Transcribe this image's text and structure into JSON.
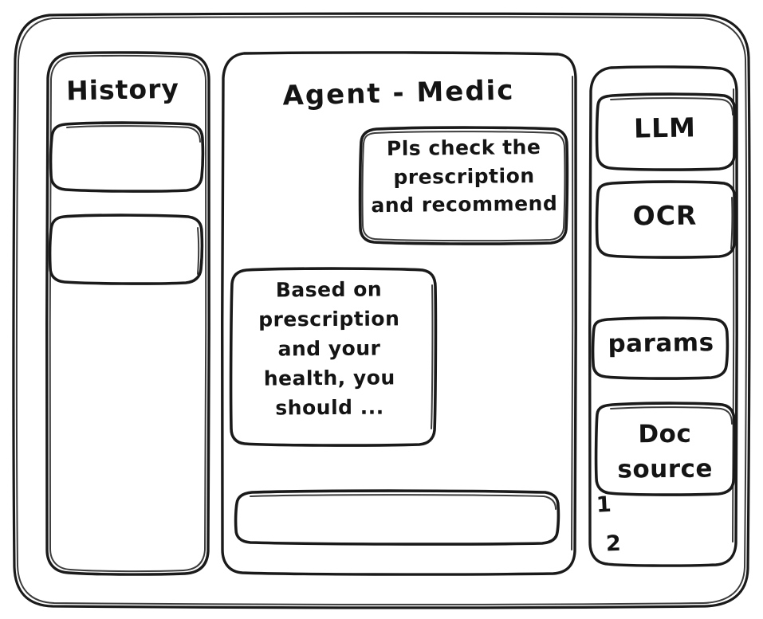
{
  "window": {
    "title": "Agent - Medic",
    "ink_color": "#1a1a1a",
    "background_color": "#ffffff"
  },
  "sidebar_left": {
    "title": "History",
    "items": [
      {
        "label": ""
      },
      {
        "label": ""
      }
    ]
  },
  "main": {
    "title": "Agent - Medic",
    "messages": [
      {
        "role": "user",
        "text": "Pls check the\nprescription\nand recommend"
      },
      {
        "role": "agent",
        "text": "Based on\nprescription\nand your\nhealth, you\nshould ..."
      }
    ],
    "composer": {
      "value": "",
      "placeholder": ""
    }
  },
  "sidebar_right": {
    "tools": [
      {
        "label": "LLM"
      },
      {
        "label": "OCR"
      },
      {
        "label": "params"
      }
    ],
    "doc_source": {
      "label": "Doc\nsource",
      "items": [
        "1",
        "2"
      ]
    }
  }
}
